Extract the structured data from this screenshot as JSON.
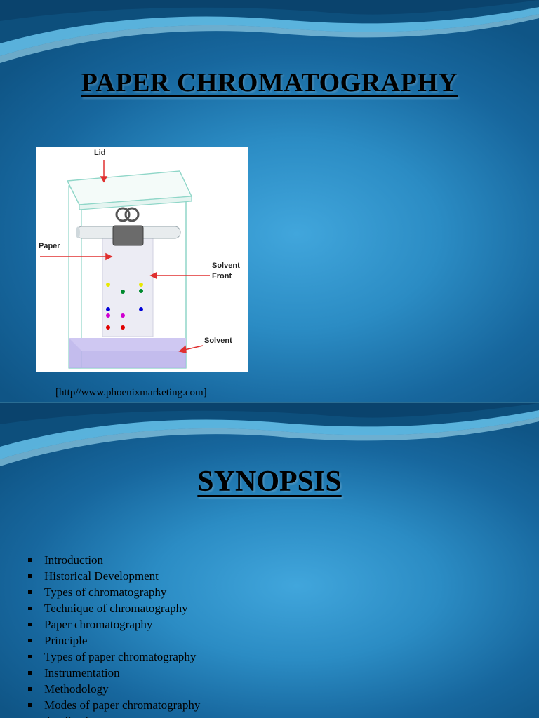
{
  "slide1": {
    "title": "PAPER CHROMATOGRAPHY",
    "figure": {
      "labels": {
        "lid": "Lid",
        "paper": "Paper",
        "solvent_front_line1": "Solvent",
        "solvent_front_line2": "Front",
        "solvent": "Solvent"
      },
      "spot_colors": [
        "#e8e800",
        "#008a2e",
        "#0000d8",
        "#d000d0",
        "#e00000"
      ]
    },
    "caption": "[http//www.phoenixmarketing.com]"
  },
  "slide2": {
    "title": "SYNOPSIS",
    "items": [
      "Introduction",
      "Historical Development",
      "Types of chromatography",
      "Technique of chromatography",
      "Paper  chromatography",
      "Principle",
      "Types of paper chromatography",
      "Instrumentation",
      "Methodology",
      "Modes of  paper chromatography",
      "Applications"
    ]
  },
  "theme": {
    "background_center": "#41a6dc",
    "background_edge": "#0f5586",
    "wave_light": "#7fd0f2",
    "text": "#000000"
  }
}
